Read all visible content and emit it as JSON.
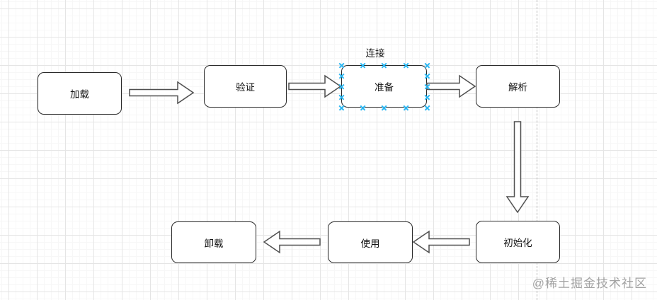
{
  "diagram": {
    "group_label": "连接",
    "nodes": [
      {
        "id": "load",
        "label": "加载",
        "selected": false
      },
      {
        "id": "verify",
        "label": "验证",
        "selected": false
      },
      {
        "id": "prepare",
        "label": "准备",
        "selected": true
      },
      {
        "id": "resolve",
        "label": "解析",
        "selected": false
      },
      {
        "id": "initialize",
        "label": "初始化",
        "selected": false
      },
      {
        "id": "use",
        "label": "使用",
        "selected": false
      },
      {
        "id": "unload",
        "label": "卸载",
        "selected": false
      }
    ],
    "edges": [
      {
        "from": "load",
        "to": "verify",
        "type": "block-arrow",
        "direction": "right"
      },
      {
        "from": "verify",
        "to": "prepare",
        "type": "block-arrow",
        "direction": "right"
      },
      {
        "from": "prepare",
        "to": "resolve",
        "type": "block-arrow",
        "direction": "right"
      },
      {
        "from": "resolve",
        "to": "initialize",
        "type": "block-arrow",
        "direction": "down"
      },
      {
        "from": "initialize",
        "to": "use",
        "type": "block-arrow",
        "direction": "left"
      },
      {
        "from": "use",
        "to": "unload",
        "type": "block-arrow",
        "direction": "left"
      }
    ],
    "colors": {
      "node_border": "#2a2a2a",
      "node_fill": "#ffffff",
      "arrow_border": "#4f4f4f",
      "arrow_fill": "#ffffff",
      "selection_handle": "#29b6f2",
      "grid_major": "#e5e5e5",
      "grid_minor": "#f7f7f7",
      "guide_line": "#b9b9b9",
      "watermark": "#a3a3a3"
    }
  },
  "watermark": {
    "text": "@稀土掘金技术社区"
  }
}
